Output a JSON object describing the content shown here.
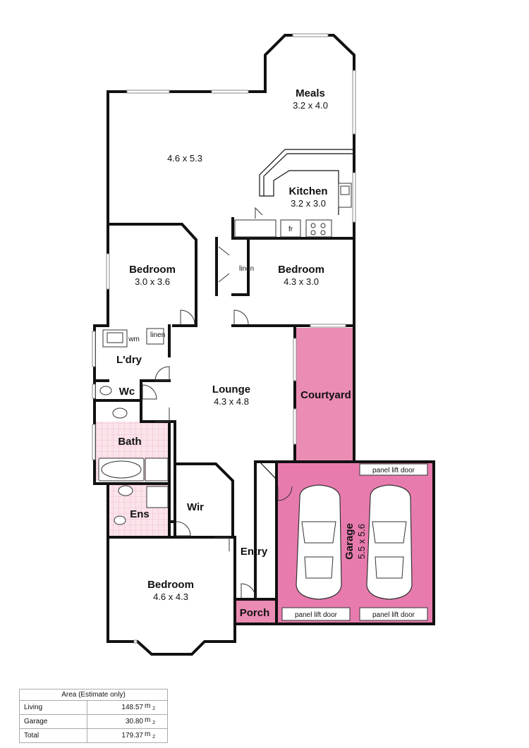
{
  "rooms": {
    "meals": {
      "name": "Meals",
      "dim": "3.2 x 4.0"
    },
    "family": {
      "dim": "4.6 x 5.3"
    },
    "kitchen": {
      "name": "Kitchen",
      "dim": "3.2 x 3.0"
    },
    "bedroom_west": {
      "name": "Bedroom",
      "dim": "3.0 x 3.6"
    },
    "bedroom_mid": {
      "name": "Bedroom",
      "dim": "4.3 x 3.0"
    },
    "lounge": {
      "name": "Lounge",
      "dim": "4.3 x 4.8"
    },
    "courtyard": {
      "name": "Courtyard"
    },
    "laundry": {
      "name": "L'dry"
    },
    "wc": {
      "name": "Wc"
    },
    "bath": {
      "name": "Bath"
    },
    "ensuite": {
      "name": "Ens"
    },
    "wir": {
      "name": "Wir"
    },
    "entry": {
      "name": "Entry"
    },
    "garage": {
      "name": "Garage",
      "dim": "5.5 x 5.6"
    },
    "main_bedroom": {
      "name": "Bedroom",
      "dim": "4.6 x 4.3"
    },
    "porch": {
      "name": "Porch"
    }
  },
  "fixtures": {
    "linen_hall": "linen",
    "linen_laundry": "linen",
    "washing_machine": "wm",
    "fridge": "fr",
    "panel_door_top": "panel lift door",
    "panel_door_bottom_left": "panel lift door",
    "panel_door_bottom_right": "panel lift door"
  },
  "area_table": {
    "title": "Area (Estimate only)",
    "unit": "m",
    "unit_sub": "2",
    "rows": [
      {
        "label": "Living",
        "value": "148.57"
      },
      {
        "label": "Garage",
        "value": "30.80"
      },
      {
        "label": "Total",
        "value": "179.37"
      }
    ]
  },
  "colors": {
    "outdoor": "#eb8cb4",
    "garage": "#e87bae",
    "tile": "#f4c6d4",
    "wall": "#111111"
  }
}
